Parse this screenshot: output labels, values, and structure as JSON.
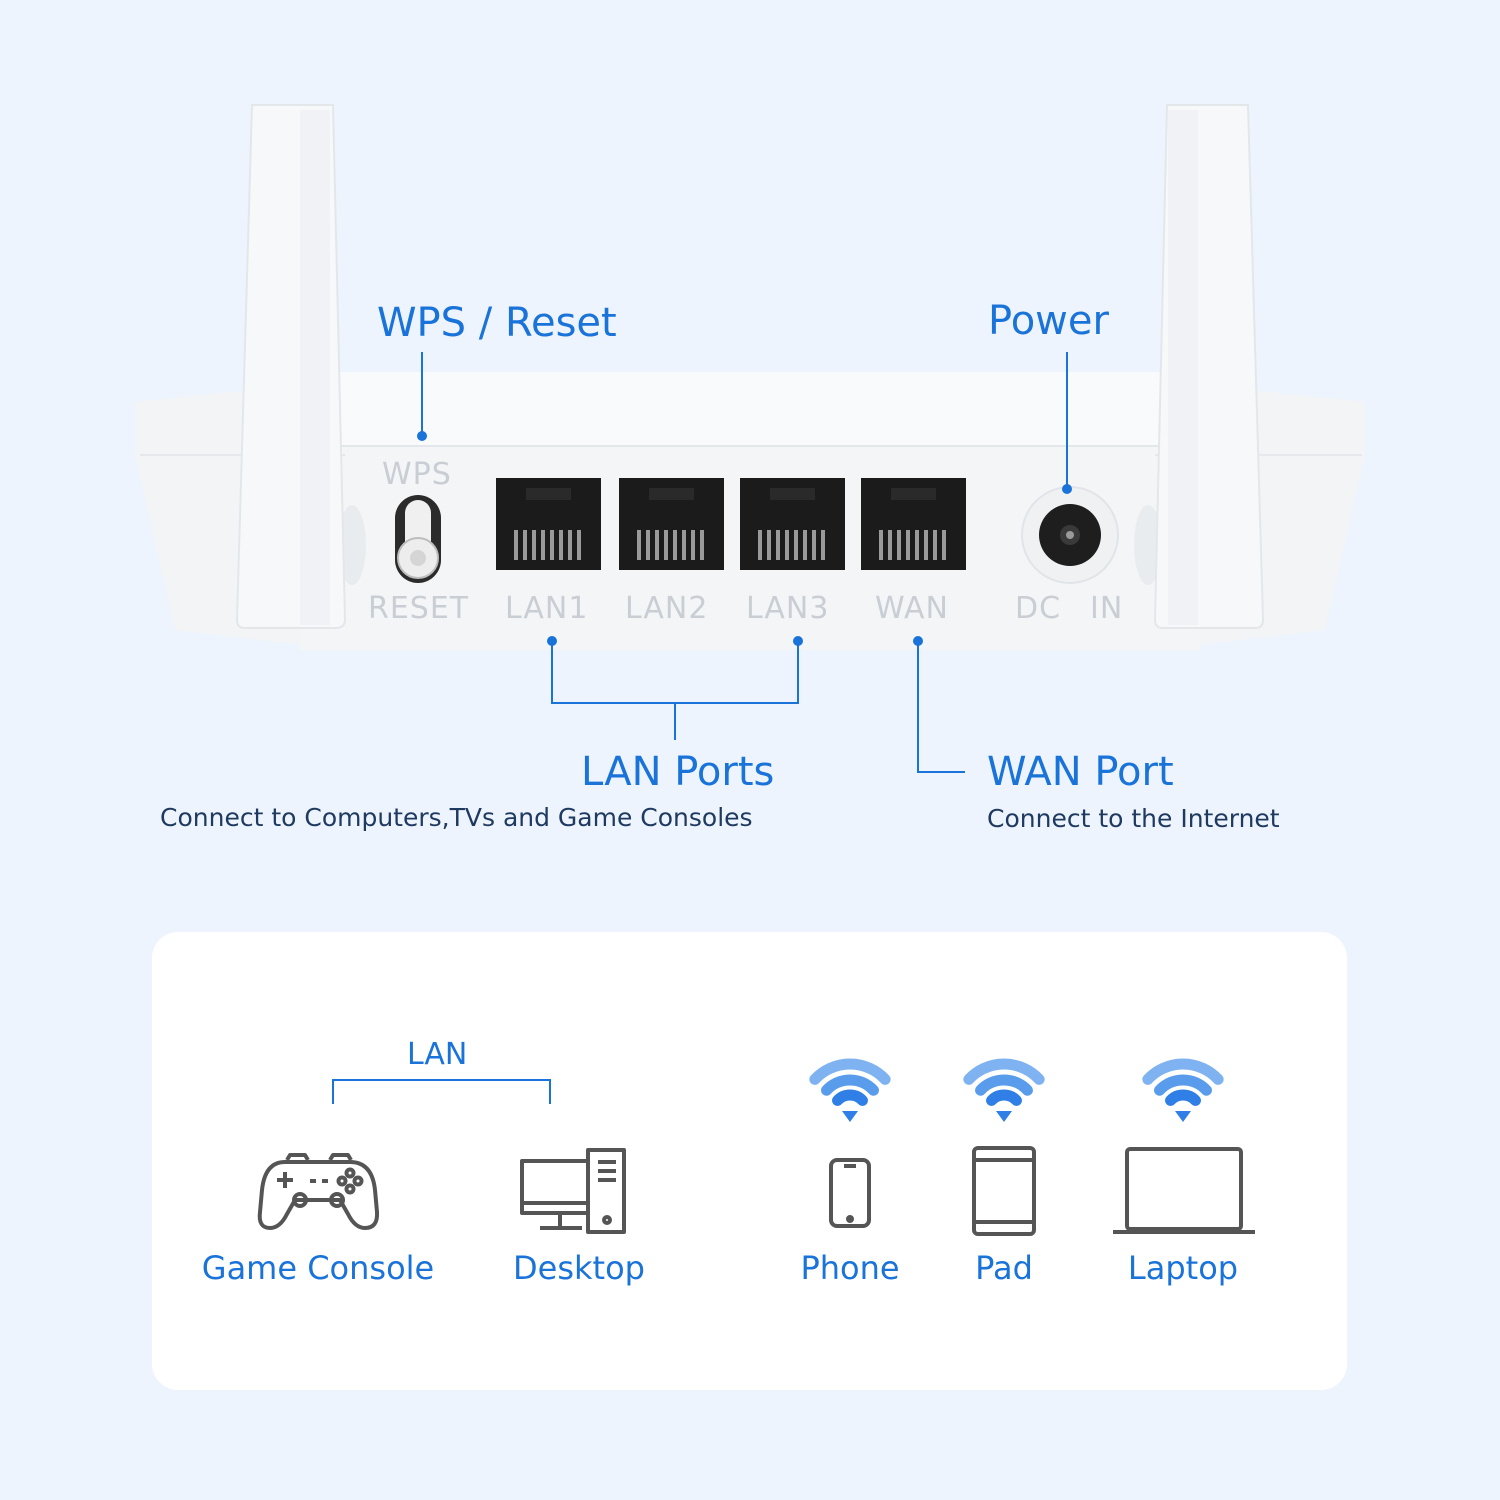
{
  "callouts": {
    "wps_reset": "WPS / Reset",
    "power": "Power",
    "lan_ports": "LAN Ports",
    "lan_ports_desc": "Connect to Computers,TVs and Game Consoles",
    "wan_port": "WAN Port",
    "wan_port_desc": "Connect to the Internet"
  },
  "router_labels": {
    "wps": "WPS",
    "reset": "RESET",
    "lan1": "LAN1",
    "lan2": "LAN2",
    "lan3": "LAN3",
    "wan": "WAN",
    "dc": "DC",
    "in": "IN"
  },
  "connections": {
    "lan_group_label": "LAN",
    "devices": {
      "game_console": "Game Console",
      "desktop": "Desktop",
      "phone": "Phone",
      "pad": "Pad",
      "laptop": "Laptop"
    }
  },
  "colors": {
    "accent": "#1a73d9",
    "wifi_light": "#7fb2f0",
    "wifi_dark": "#2f7fe6",
    "icon_gray": "#555555"
  }
}
